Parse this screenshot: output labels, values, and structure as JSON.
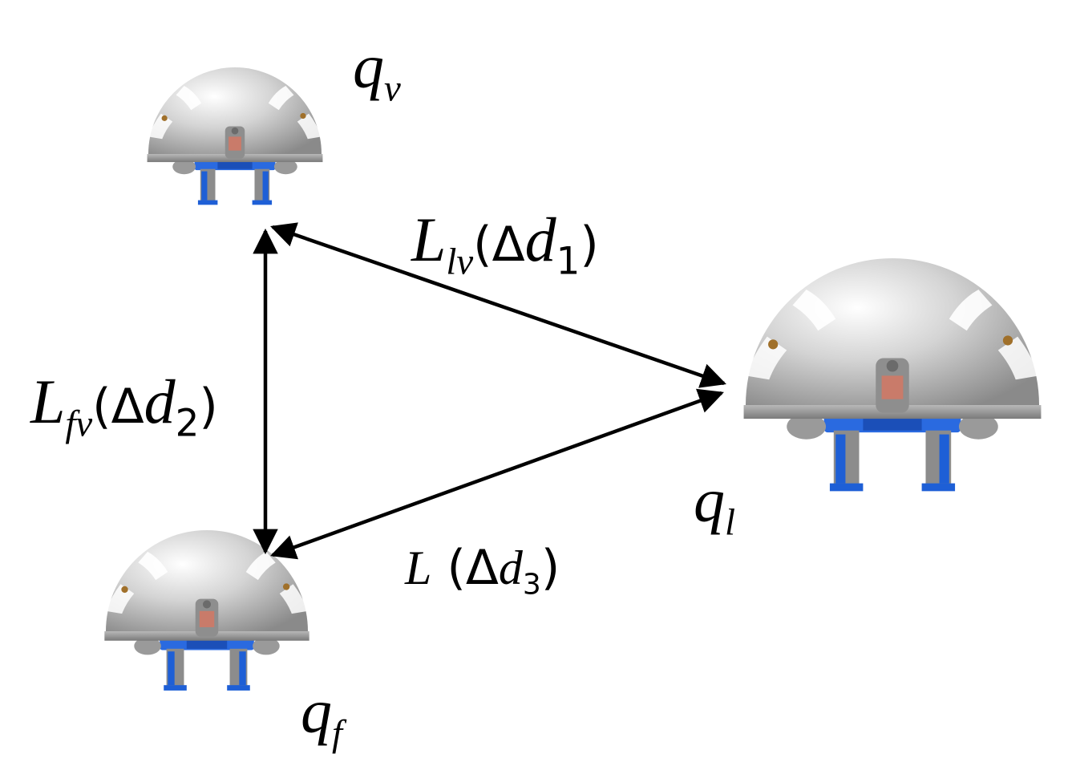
{
  "robots": [
    {
      "id": "v",
      "symbol": "q",
      "sub": "v"
    },
    {
      "id": "l",
      "symbol": "q",
      "sub": "l"
    },
    {
      "id": "f",
      "symbol": "q",
      "sub": "f"
    }
  ],
  "links": [
    {
      "id": "lv",
      "symbol": "L",
      "sub": "lv",
      "arg_symbol": "Δ",
      "arg_var": "d",
      "arg_index": "1"
    },
    {
      "id": "fv",
      "symbol": "L",
      "sub": "fv",
      "arg_symbol": "Δ",
      "arg_var": "d",
      "arg_index": "2"
    },
    {
      "id": "fl",
      "symbol": "L",
      "sub": "",
      "arg_symbol": "Δ",
      "arg_var": "d",
      "arg_index": "3"
    }
  ],
  "colors": {
    "dome": "#d9d9d9",
    "chassis": "#1e5fd6",
    "mount": "#c97b6a",
    "arrow": "#000000"
  }
}
